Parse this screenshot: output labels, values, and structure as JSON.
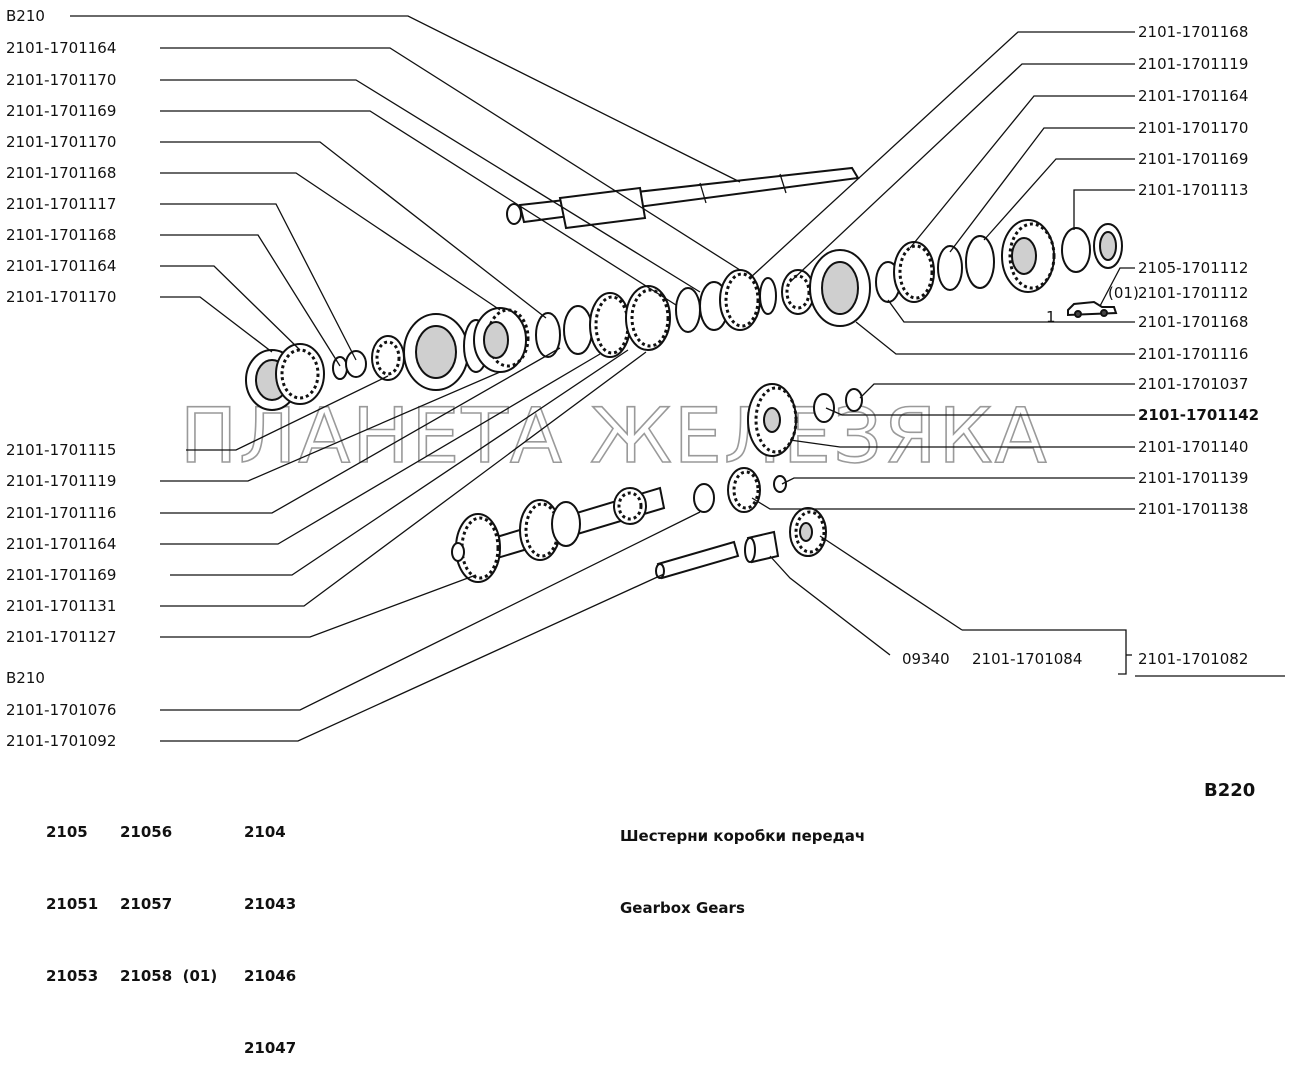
{
  "diagram": {
    "watermark": "ПЛАНЕТА ЖЕЛЕЗЯКА",
    "callouts_left": [
      "B210",
      "2101-1701164",
      "2101-1701170",
      "2101-1701169",
      "2101-1701170",
      "2101-1701168",
      "2101-1701117",
      "2101-1701168",
      "2101-1701164",
      "2101-1701170",
      "2101-1701115",
      "2101-1701119",
      "2101-1701116",
      "2101-1701164",
      "2101-1701169",
      "2101-1701131",
      "2101-1701127",
      "B210",
      "2101-1701076",
      "2101-1701092"
    ],
    "callouts_right": [
      "2101-1701168",
      "2101-1701119",
      "2101-1701164",
      "2101-1701170",
      "2101-1701169",
      "2101-1701113",
      "2105-1701112",
      "2101-1701112",
      "2101-1701168",
      "2101-1701116",
      "2101-1701037",
      "2101-1701142",
      "2101-1701140",
      "2101-1701139",
      "2101-1701138",
      "2101-1701082"
    ],
    "callouts_inline": {
      "variant_01": "(01)",
      "variant_1": "1",
      "bottom_a": "09340",
      "bottom_b": "2101-1701084"
    }
  },
  "footer": {
    "models_col1": [
      "2105",
      "21051",
      "21053"
    ],
    "models_col2": [
      "21056",
      "21057",
      "21058  (01)"
    ],
    "models_col3": [
      "2104",
      "21043",
      "21046",
      "21047"
    ],
    "title_ru": "Шестерни коробки передач",
    "title_en": "Gearbox Gears",
    "page_code": "B220"
  }
}
